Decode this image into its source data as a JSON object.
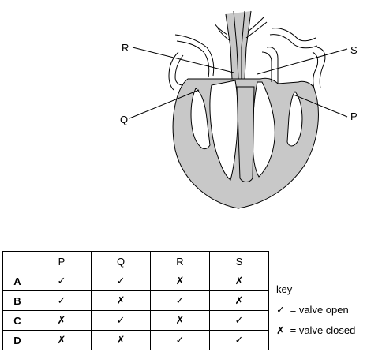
{
  "diagram": {
    "labels": {
      "r": "R",
      "s": "S",
      "q": "Q",
      "p": "P"
    }
  },
  "table": {
    "columns": [
      "P",
      "Q",
      "R",
      "S"
    ],
    "rows": [
      {
        "label": "A",
        "cells": [
          "✓",
          "✓",
          "✗",
          "✗"
        ]
      },
      {
        "label": "B",
        "cells": [
          "✓",
          "✗",
          "✓",
          "✗"
        ]
      },
      {
        "label": "C",
        "cells": [
          "✗",
          "✓",
          "✗",
          "✓"
        ]
      },
      {
        "label": "D",
        "cells": [
          "✗",
          "✗",
          "✓",
          "✓"
        ]
      }
    ]
  },
  "key": {
    "title": "key",
    "open_symbol": "✓",
    "open_text": "= valve open",
    "closed_symbol": "✗",
    "closed_text": "= valve closed"
  },
  "colors": {
    "tissue": "#c8c8c8",
    "outline": "#000000"
  }
}
